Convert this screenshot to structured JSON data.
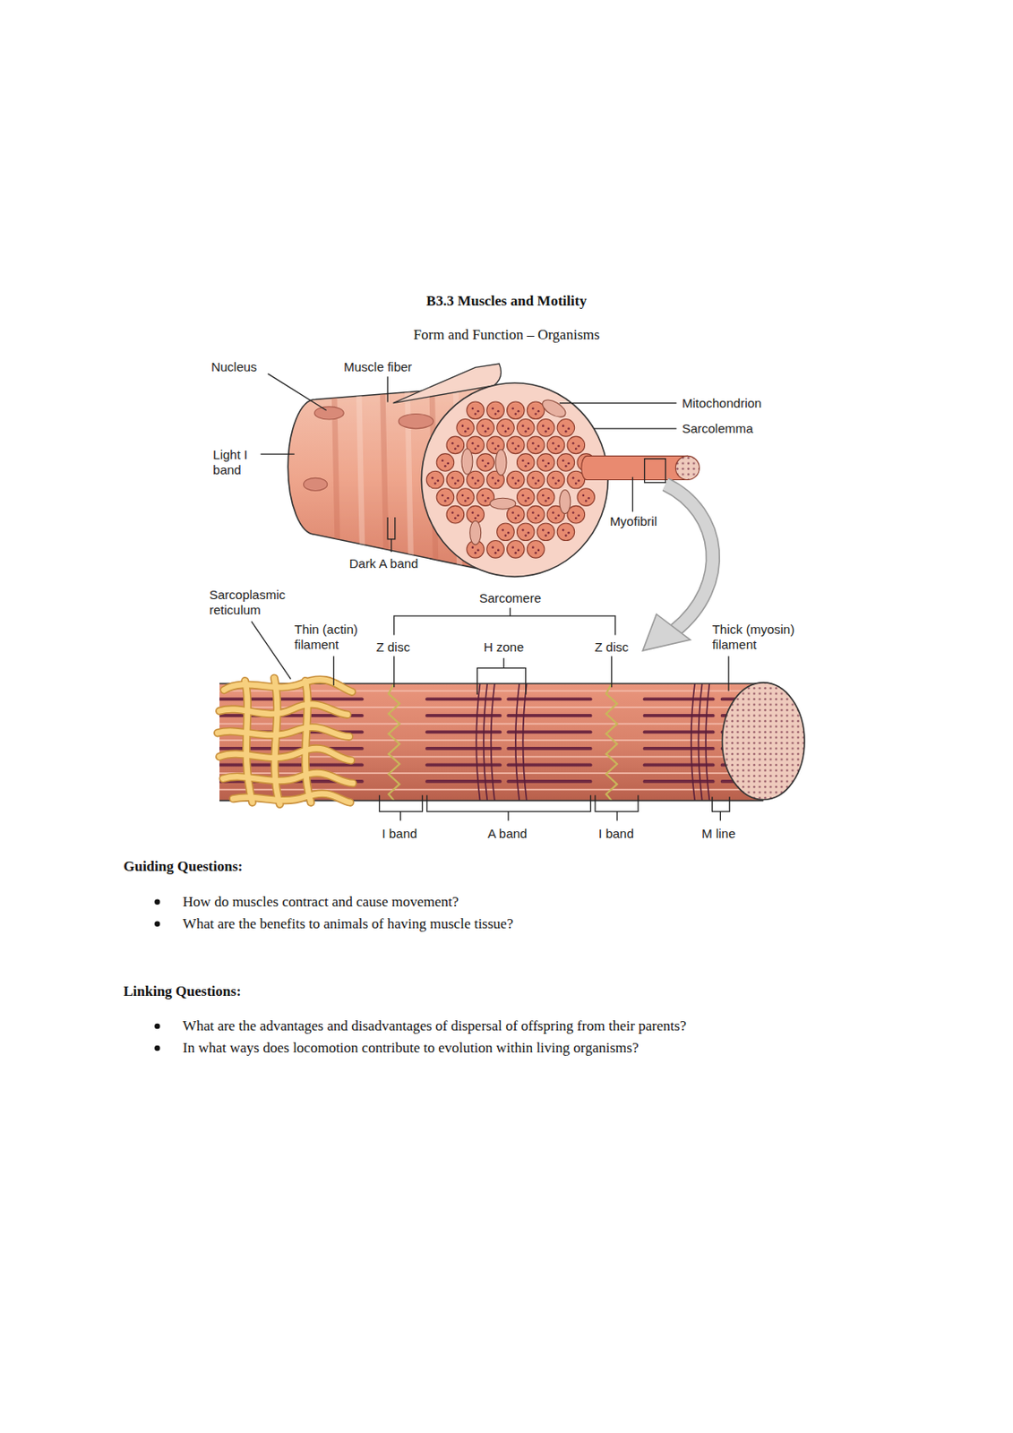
{
  "diagram": {
    "title": "B3.3 Muscles and Motility",
    "labels": [
      "Form and Function – Organisms",
      "Nucleus",
      "Muscle fiber",
      "Mitochondrion",
      "Sarcolemma",
      "Light I band",
      "Myofibril",
      "Dark A band",
      "Sarcoplasmic reticulum",
      "Sarcomere",
      "Thin (actin) filament",
      "Z disc",
      "H zone",
      "Z disc",
      "Thick (myosin) filament",
      "I band",
      "A band",
      "I band",
      "M line",
      "Guiding Questions:",
      "How do muscles contract and cause movement?",
      "What are the benefits to animals of having muscle tissue?",
      "Linking Questions:",
      "What are the advantages and disadvantages of dispersal of offspring from their parents?",
      "In what ways does locomotion contribute to evolution within living organisms?"
    ]
  }
}
